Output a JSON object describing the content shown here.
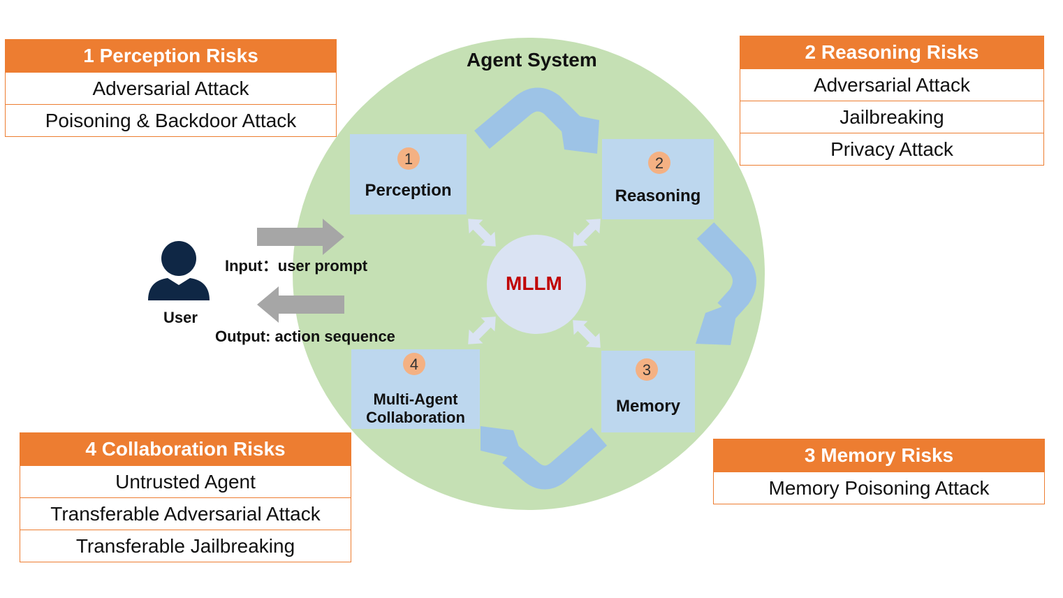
{
  "system_title": "Agent System",
  "core_label": "MLLM",
  "user_label": "User",
  "input_label": "Input：user prompt",
  "output_label": "Output: action sequence",
  "stages": {
    "perception": {
      "num": "1",
      "label": "Perception"
    },
    "reasoning": {
      "num": "2",
      "label": "Reasoning"
    },
    "memory": {
      "num": "3",
      "label": "Memory"
    },
    "collaboration": {
      "num": "4",
      "label_line1": "Multi-Agent",
      "label_line2": "Collaboration"
    }
  },
  "risk_tables": {
    "perception": {
      "title": "1 Perception Risks",
      "items": [
        "Adversarial Attack",
        "Poisoning & Backdoor Attack"
      ]
    },
    "reasoning": {
      "title": "2 Reasoning Risks",
      "items": [
        "Adversarial Attack",
        "Jailbreaking",
        "Privacy Attack"
      ]
    },
    "memory": {
      "title": "3 Memory Risks",
      "items": [
        "Memory Poisoning Attack"
      ]
    },
    "collaboration": {
      "title": "4 Collaboration Risks",
      "items": [
        "Untrusted Agent",
        "Transferable Adversarial Attack",
        "Transferable Jailbreaking"
      ]
    }
  },
  "colors": {
    "orange": "#ed7d31",
    "circle_green": "#c5e0b4",
    "stage_blue": "#bdd7ee",
    "flow_arrow_blue": "#9dc3e6",
    "core_fill": "#dae3f3",
    "core_text": "#c00000",
    "user_navy": "#0f2745",
    "io_arrow_gray": "#a6a6a6",
    "badge_fill": "#f4b183"
  }
}
